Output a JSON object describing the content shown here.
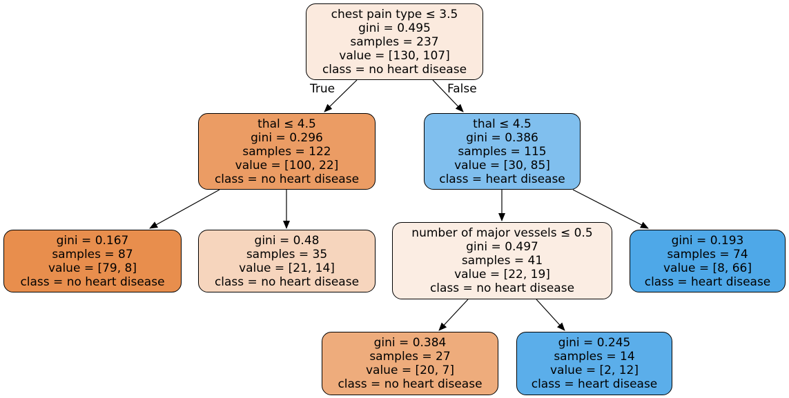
{
  "colors": {
    "root": "#fbeade",
    "thal_left": "#eb9c64",
    "thal_right": "#80bfee",
    "leaf_87": "#e88e4d",
    "leaf_35": "#f6d5bd",
    "vessels": "#fbede3",
    "leaf_74": "#4ea8e8",
    "leaf_27": "#eeac7c",
    "leaf_14": "#5baeea",
    "stroke": "#000000"
  },
  "edge_labels": {
    "true_label": "True",
    "false_label": "False"
  },
  "nodes": {
    "root": {
      "condition": "chest pain type ≤ 3.5",
      "gini": "gini = 0.495",
      "samples": "samples = 237",
      "value": "value = [130, 107]",
      "class": "class = no heart disease"
    },
    "thal_left": {
      "condition": "thal ≤ 4.5",
      "gini": "gini = 0.296",
      "samples": "samples = 122",
      "value": "value = [100, 22]",
      "class": "class = no heart disease"
    },
    "thal_right": {
      "condition": "thal ≤ 4.5",
      "gini": "gini = 0.386",
      "samples": "samples = 115",
      "value": "value = [30, 85]",
      "class": "class = heart disease"
    },
    "leaf_87": {
      "gini": "gini = 0.167",
      "samples": "samples = 87",
      "value": "value = [79, 8]",
      "class": "class = no heart disease"
    },
    "leaf_35": {
      "gini": "gini = 0.48",
      "samples": "samples = 35",
      "value": "value = [21, 14]",
      "class": "class = no heart disease"
    },
    "vessels": {
      "condition": "number of major vessels ≤ 0.5",
      "gini": "gini = 0.497",
      "samples": "samples = 41",
      "value": "value = [22, 19]",
      "class": "class = no heart disease"
    },
    "leaf_74": {
      "gini": "gini = 0.193",
      "samples": "samples = 74",
      "value": "value = [8, 66]",
      "class": "class = heart disease"
    },
    "leaf_27": {
      "gini": "gini = 0.384",
      "samples": "samples = 27",
      "value": "value = [20, 7]",
      "class": "class = no heart disease"
    },
    "leaf_14": {
      "gini": "gini = 0.245",
      "samples": "samples = 14",
      "value": "value = [2, 12]",
      "class": "class = heart disease"
    }
  }
}
